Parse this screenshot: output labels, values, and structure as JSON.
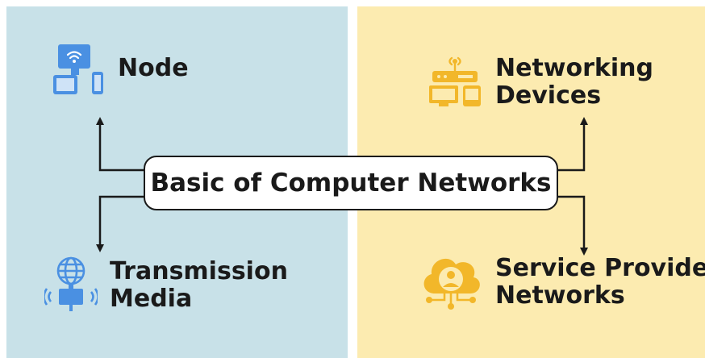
{
  "center": {
    "title": "Basic of Computer Networks"
  },
  "nodes": {
    "node": {
      "line1": "Node",
      "line2": ""
    },
    "transmission": {
      "line1": "Transmission",
      "line2": "Media"
    },
    "devices": {
      "line1": "Networking",
      "line2": "Devices"
    },
    "service": {
      "line1": "Service Provider",
      "line2": "Networks"
    }
  },
  "colors": {
    "left_panel": "#c8e1e8",
    "right_panel": "#fcebb0",
    "blue_icon": "#4a90e2",
    "yellow_icon": "#f2b72a",
    "line": "#1a1a1a"
  },
  "icons": {
    "node": "computer-devices-icon",
    "transmission": "globe-satellite-icon",
    "devices": "router-devices-icon",
    "service": "cloud-user-icon"
  }
}
